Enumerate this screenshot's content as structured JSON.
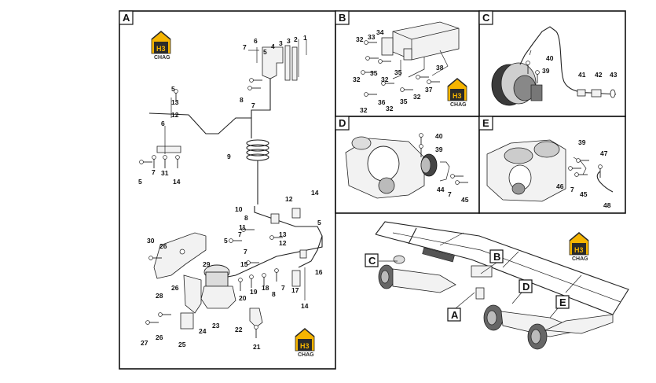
{
  "panels": [
    {
      "id": "A",
      "label": "A"
    },
    {
      "id": "B",
      "label": "B"
    },
    {
      "id": "C",
      "label": "C"
    },
    {
      "id": "D",
      "label": "D"
    },
    {
      "id": "E",
      "label": "E"
    }
  ],
  "logo": {
    "mark": "H3",
    "text": "CHAG",
    "accent": "#f5b400",
    "dark": "#2a2a2a"
  },
  "callouts": {
    "A": [
      "1",
      "2",
      "3",
      "3",
      "4",
      "5",
      "6",
      "7",
      "7",
      "8",
      "5",
      "13",
      "12",
      "6",
      "9",
      "5",
      "7",
      "31",
      "14",
      "10",
      "8",
      "11",
      "7",
      "5",
      "7",
      "15",
      "12",
      "13",
      "12",
      "14",
      "5",
      "16",
      "30",
      "26",
      "29",
      "20",
      "19",
      "18",
      "8",
      "7",
      "17",
      "14",
      "28",
      "26",
      "27",
      "26",
      "25",
      "24",
      "23",
      "22",
      "21"
    ],
    "B": [
      "32",
      "33",
      "34",
      "32",
      "35",
      "32",
      "35",
      "38",
      "37",
      "32",
      "35",
      "36",
      "32",
      "32"
    ],
    "C": [
      "40",
      "39",
      "41",
      "42",
      "43"
    ],
    "D": [
      "40",
      "39",
      "44",
      "7",
      "45"
    ],
    "E": [
      "39",
      "47",
      "46",
      "7",
      "45",
      "48"
    ],
    "overview": [
      "C",
      "B",
      "D",
      "E",
      "A"
    ]
  }
}
